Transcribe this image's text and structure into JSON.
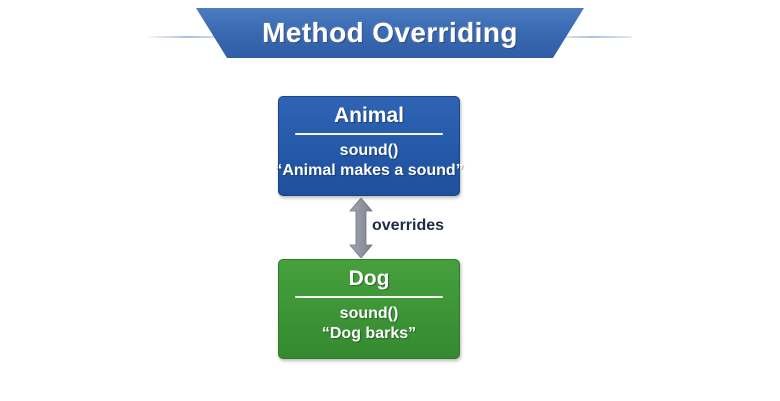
{
  "banner": {
    "title": "Method Overriding",
    "fill_color": "#3a6ab2",
    "text_color": "#ffffff"
  },
  "diagram": {
    "classes": [
      {
        "id": "animal",
        "name": "Animal",
        "method": "sound()",
        "body": "“Animal makes a sound”",
        "color": "#2459a8"
      },
      {
        "id": "dog",
        "name": "Dog",
        "method": "sound()",
        "body": "“Dog barks”",
        "color": "#3d9436"
      }
    ],
    "relationship": {
      "label": "overrides",
      "arrow": "double-headed-vertical",
      "arrow_color": "#8a8f96",
      "label_color": "#1f2a44"
    }
  },
  "background_color": "#ffffff"
}
